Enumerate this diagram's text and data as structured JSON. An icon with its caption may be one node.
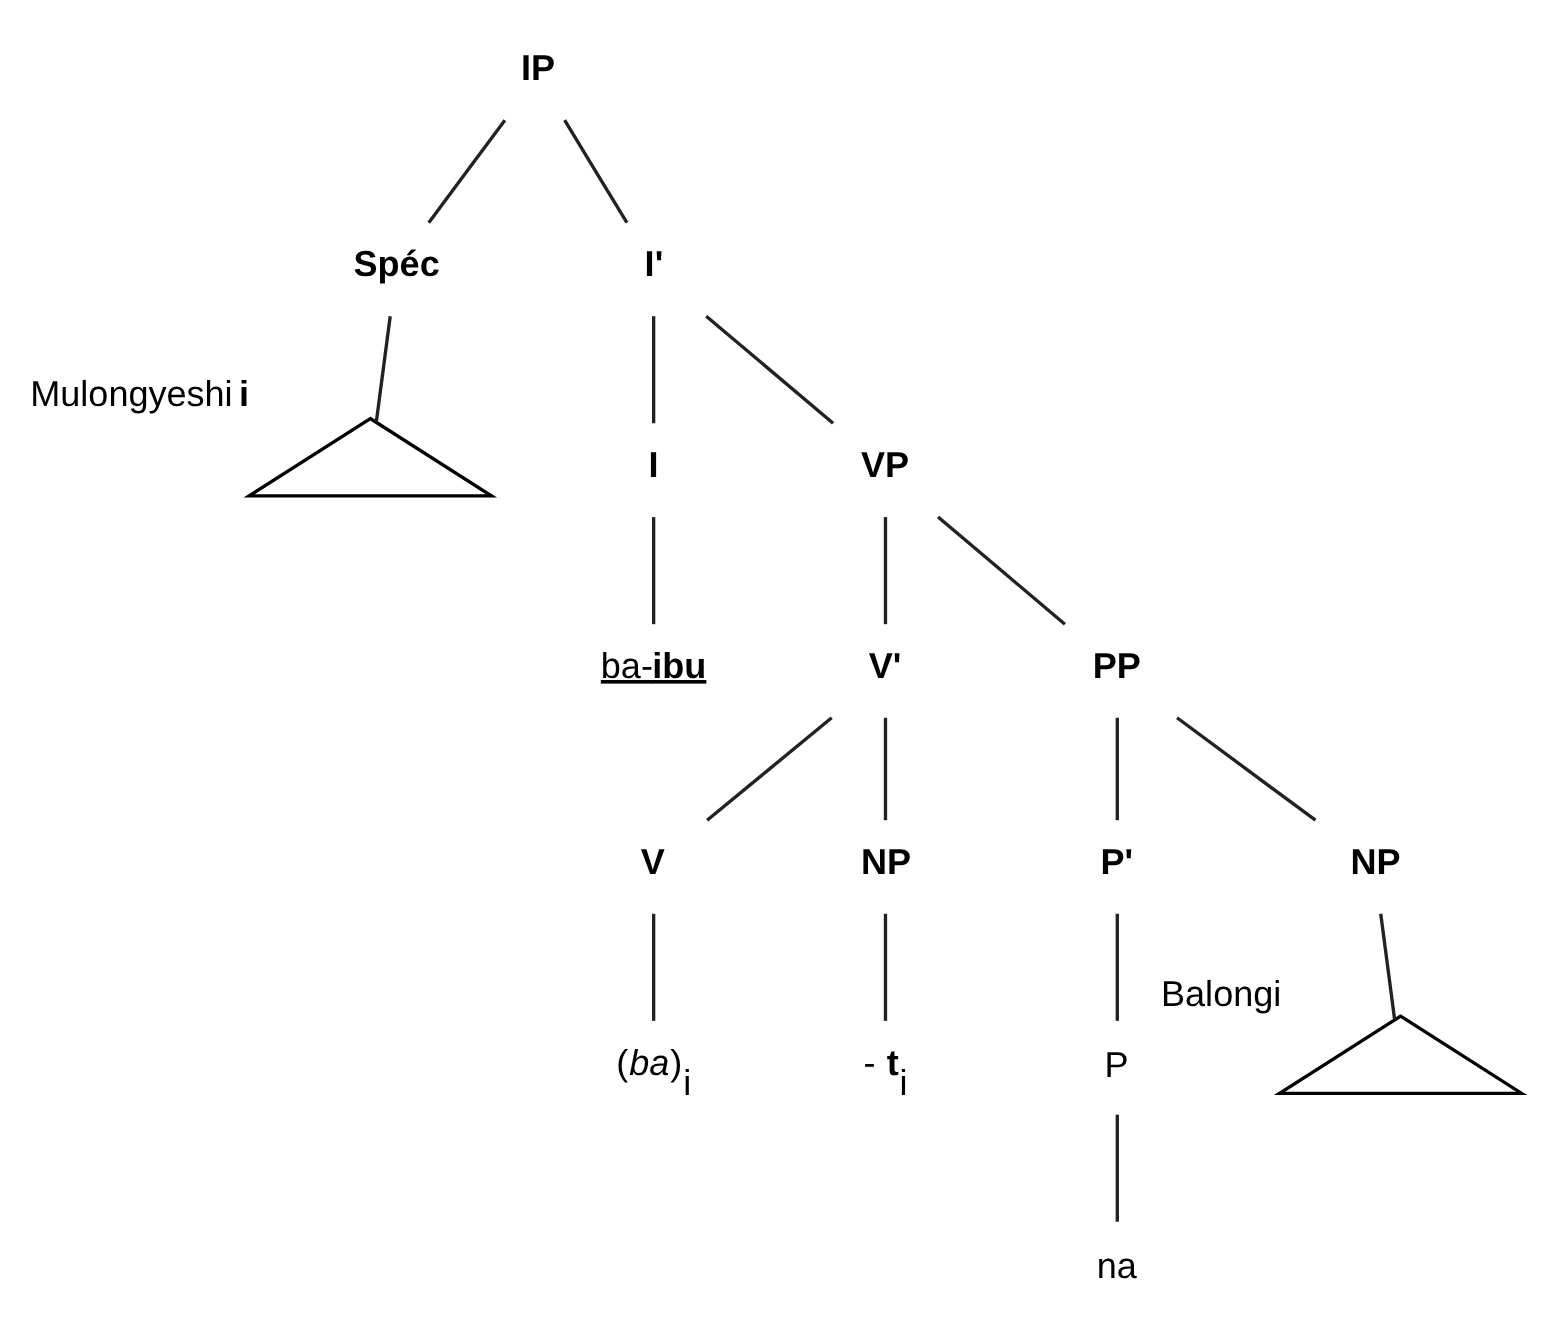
{
  "diagram": {
    "nodes": [
      {
        "text": [
          "IP"
        ]
      },
      {
        "text": [
          "Spéc"
        ]
      },
      {
        "text": [
          "I'"
        ]
      },
      {
        "text": [
          "I"
        ]
      },
      {
        "text": [
          "VP"
        ]
      },
      {
        "text": [
          "ba-**ibu**"
        ]
      },
      {
        "text": [
          "V'"
        ]
      },
      {
        "text": [
          "PP"
        ]
      },
      {
        "text": [
          "V"
        ]
      },
      {
        "text": [
          "NP"
        ]
      },
      {
        "text": [
          "P'"
        ]
      },
      {
        "text": [
          "NP"
        ]
      },
      {
        "text": [
          "P"
        ]
      },
      {
        "text": [
          "(*ba*)$_{i}$"
        ]
      },
      {
        "text": [
          "- **t**$_{i}$"
        ]
      },
      {
        "text": [
          "na"
        ]
      },
      {
        "text": [],
        "shape": "triangle",
        "beside": [
          "Balongi"
        ]
      },
      {
        "text": [],
        "shape": "triangle",
        "beside": [
          "Mulongyeshi **i**"
        ]
      }
    ],
    "edges": [
      {
        "from": 0,
        "to": 1,
        "arrow": "none"
      },
      {
        "from": 0,
        "to": 2,
        "arrow": "none"
      },
      {
        "from": 2,
        "to": 3,
        "arrow": "none"
      },
      {
        "from": 2,
        "to": 4,
        "arrow": "none"
      },
      {
        "from": 3,
        "to": 5,
        "arrow": "none"
      },
      {
        "from": 4,
        "to": 6,
        "arrow": "none"
      },
      {
        "from": 4,
        "to": 7,
        "arrow": "none"
      },
      {
        "from": 6,
        "to": 8,
        "arrow": "none"
      },
      {
        "from": 6,
        "to": 9,
        "arrow": "none"
      },
      {
        "from": 7,
        "to": 10,
        "arrow": "none"
      },
      {
        "from": 7,
        "to": 11,
        "arrow": "none"
      },
      {
        "from": 10,
        "to": 12,
        "arrow": "none"
      },
      {
        "from": 8,
        "to": 13,
        "arrow": "none"
      },
      {
        "from": 9,
        "to": 14,
        "arrow": "none"
      },
      {
        "from": 12,
        "to": 15,
        "arrow": "none"
      },
      {
        "from": 11,
        "to": 16,
        "arrow": "none"
      },
      {
        "from": 1,
        "to": 17,
        "arrow": "none"
      }
    ]
  }
}
